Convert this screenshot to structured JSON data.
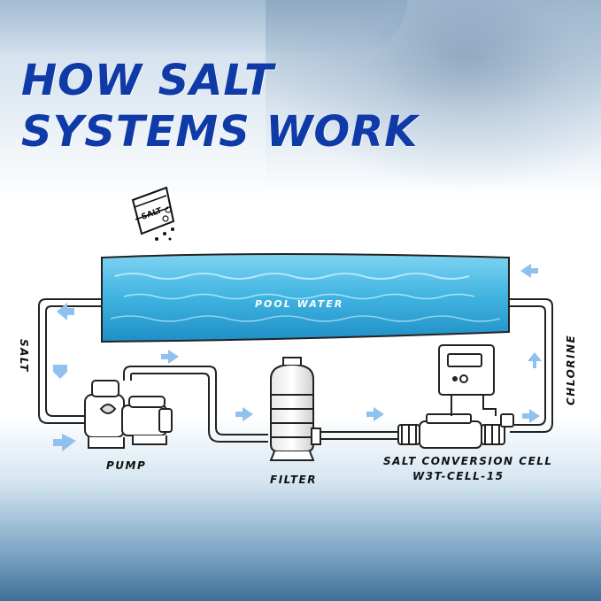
{
  "headline": {
    "line1": "HOW SALT",
    "line2": "SYSTEMS WORK"
  },
  "salt_bag_text": "SALT",
  "pool_label": "POOL WATER",
  "side_labels": {
    "left": "SALT",
    "right": "CHLORINE"
  },
  "components": {
    "pump": "PUMP",
    "filter": "FILTER",
    "cell": "SALT CONVERSION CELL",
    "cell_model": "W3T-CELL-15"
  },
  "colors": {
    "headline": "#0f3aa8",
    "arrow": "#8fc0ee",
    "pool_water": "#3fb3e0"
  }
}
